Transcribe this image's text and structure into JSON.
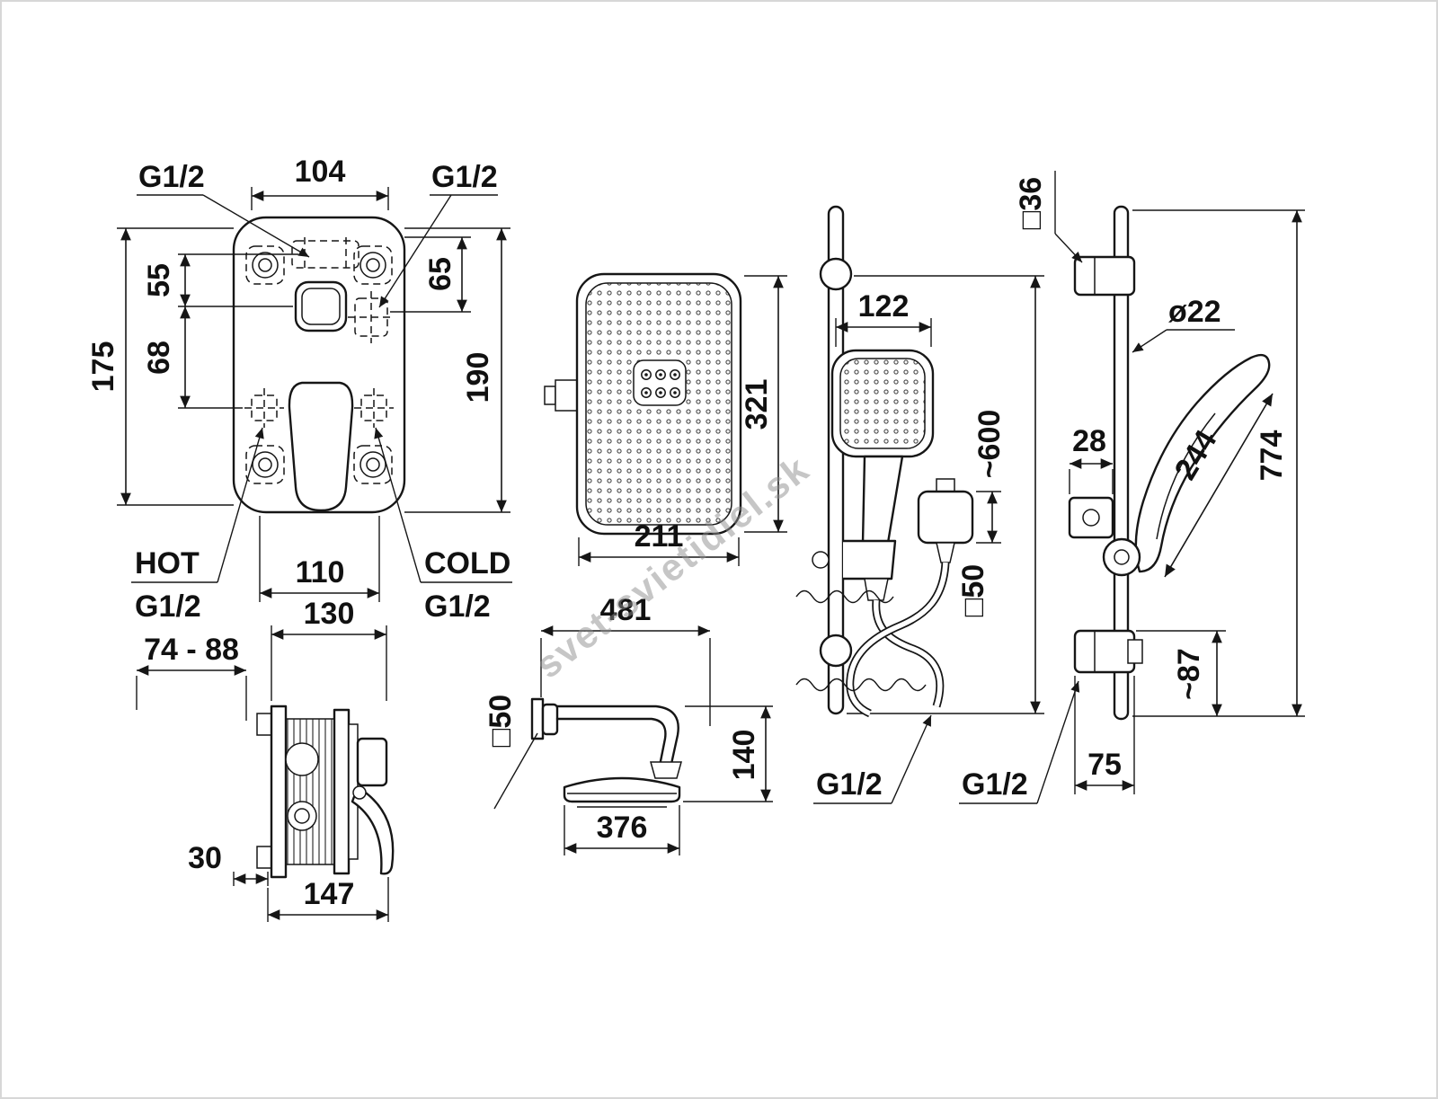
{
  "watermark": "svet-svietidiel.sk",
  "mixer_front": {
    "dim_top_width": "104",
    "thread_top_left": "G1/2",
    "thread_top_right": "G1/2",
    "dim_55": "55",
    "dim_68": "68",
    "dim_175": "175",
    "dim_65": "65",
    "dim_190": "190",
    "dim_bottom_width": "110",
    "hot_label": "HOT",
    "hot_thread": "G1/2",
    "cold_label": "COLD",
    "cold_thread": "G1/2"
  },
  "valve_side": {
    "dim_130": "130",
    "dim_depth_range": "74 - 88",
    "dim_30": "30",
    "dim_147": "147"
  },
  "shower_head": {
    "dim_height": "321",
    "dim_width": "211"
  },
  "shower_arm": {
    "dim_length": "481",
    "dim_flange": "□50",
    "dim_height": "140",
    "dim_head_width": "376"
  },
  "rail_front": {
    "dim_handset_width": "122",
    "dim_rail_length": "~600",
    "dim_outlet": "□50",
    "thread": "G1/2"
  },
  "rail_side": {
    "dim_bracket": "□36",
    "dim_tube_dia": "ø22",
    "dim_total_height": "774",
    "dim_holder_offset": "28",
    "dim_handset_length": "244",
    "dim_bottom_offset": "~87",
    "dim_bracket_width": "75",
    "thread": "G1/2"
  }
}
